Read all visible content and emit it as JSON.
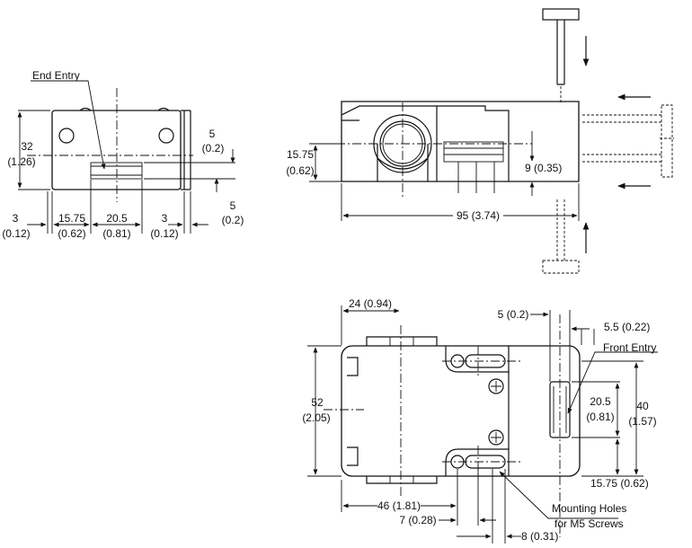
{
  "end_view": {
    "callout": "End Entry",
    "height_mm": "32",
    "height_in": "(1.26)",
    "slot_top_mm": "5",
    "slot_top_in": "(0.2)",
    "slot_bottom_mm": "5",
    "slot_bottom_in": "(0.2)",
    "left_mm": "3",
    "left_in": "(0.12)",
    "offset_mm": "15.75",
    "offset_in": "(0.62)",
    "slot_width_mm": "20.5",
    "slot_width_in": "(0.81)",
    "right_mm": "3",
    "right_in": "(0.12)"
  },
  "side_view": {
    "axis_height": "15.75",
    "axis_height_in": "(0.62)",
    "gap": "9 (0.35)",
    "length": "95 (3.74)"
  },
  "top_view": {
    "width_a": "24 (0.94)",
    "slot_w": "5 (0.2)",
    "slot_offset": "5.5 (0.22)",
    "front_entry": "Front Entry",
    "height_mm": "52",
    "height_in": "(2.05)",
    "slot_len_mm": "20.5",
    "slot_len_in": "(0.81)",
    "span_mm": "40",
    "span_in": "(1.57)",
    "bottom_offset": "15.75 (0.62)",
    "hole_pos": "46 (1.81)",
    "hole_spacing": "7 (0.28)",
    "hole_width": "8 (0.31)",
    "mounting_holes_1": "Mounting Holes",
    "mounting_holes_2": "for M5 Screws"
  }
}
